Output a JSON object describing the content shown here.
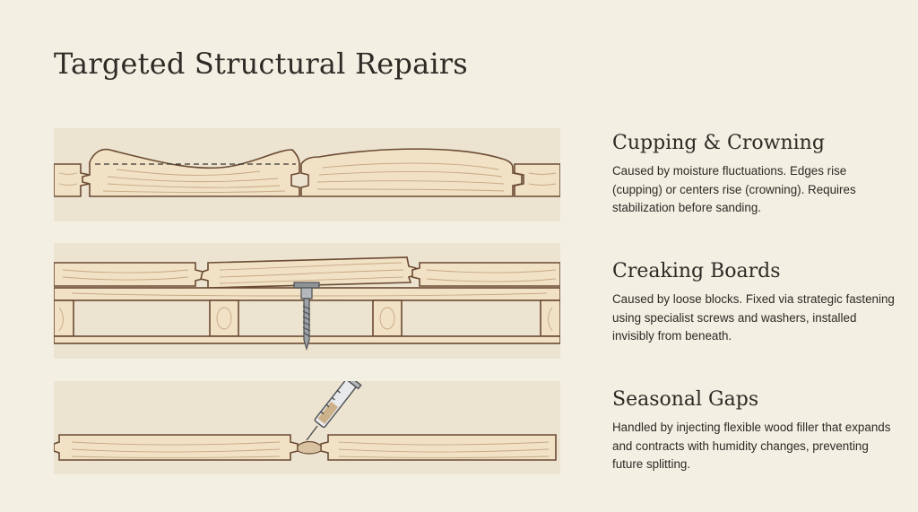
{
  "page": {
    "title": "Targeted Structural Repairs"
  },
  "sections": [
    {
      "id": "cupping",
      "heading": "Cupping & Crowning",
      "description": "Caused by moisture fluctuations. Edges rise (cupping) or centers rise (crowning). Requires stabilization before sanding.",
      "illustration": "cupped-and-crowned-floorboards"
    },
    {
      "id": "creaking",
      "heading": "Creaking Boards",
      "description": "Caused by loose blocks. Fixed via strategic fastening using specialist screws and washers, installed invisibly from beneath.",
      "illustration": "floorboard-fastened-with-screw-and-washer"
    },
    {
      "id": "gaps",
      "heading": "Seasonal Gaps",
      "description": "Handled by injecting flexible wood filler that expands and contracts with humidity changes, preventing future splitting.",
      "illustration": "syringe-injecting-filler-into-gap"
    }
  ],
  "colors": {
    "background": "#f3efe3",
    "panel": "#ece4d1",
    "wood": "#f1e2c5",
    "outline": "#6b4a33",
    "grain": "#c7a884",
    "metal": "#8f9397"
  }
}
